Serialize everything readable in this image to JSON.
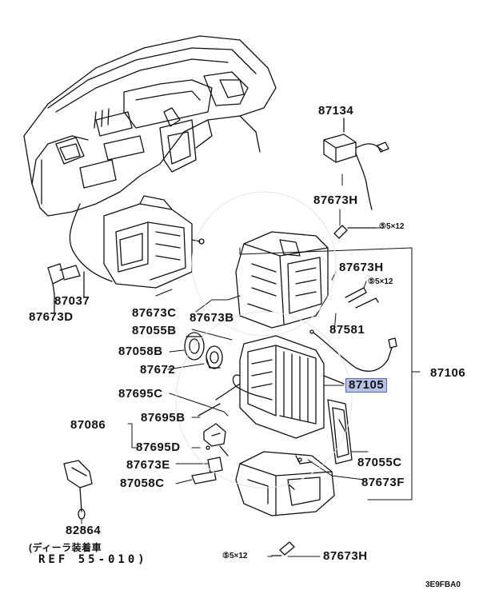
{
  "labels": {
    "p87134": "87134",
    "p87673H_a": "87673H",
    "p87673H_b": "87673H",
    "p87673H_c": "87673H",
    "p87037": "87037",
    "p87673D": "87673D",
    "p87673C": "87673C",
    "p87673B": "87673B",
    "p87055B": "87055B",
    "p87058B": "87058B",
    "p87672": "87672",
    "p87581": "87581",
    "p87106": "87106",
    "p87105": "87105",
    "p87695C": "87695C",
    "p87086": "87086",
    "p87695B": "87695B",
    "p87695D": "87695D",
    "p87673E": "87673E",
    "p87058C": "87058C",
    "p87055C": "87055C",
    "p87673F": "87673F",
    "p82864": "82864",
    "dealer_note": "(ディーラ装着車",
    "ref": "REF 55-010)",
    "screw_a": "⑤5×12",
    "screw_b": "⑤5×12",
    "screw_c": "⑤5×12",
    "diagram_code": "3E9FBA0"
  },
  "colors": {
    "line": "#111111",
    "highlight": "#b8c2e6",
    "highlight_border": "#5a6bb5"
  }
}
